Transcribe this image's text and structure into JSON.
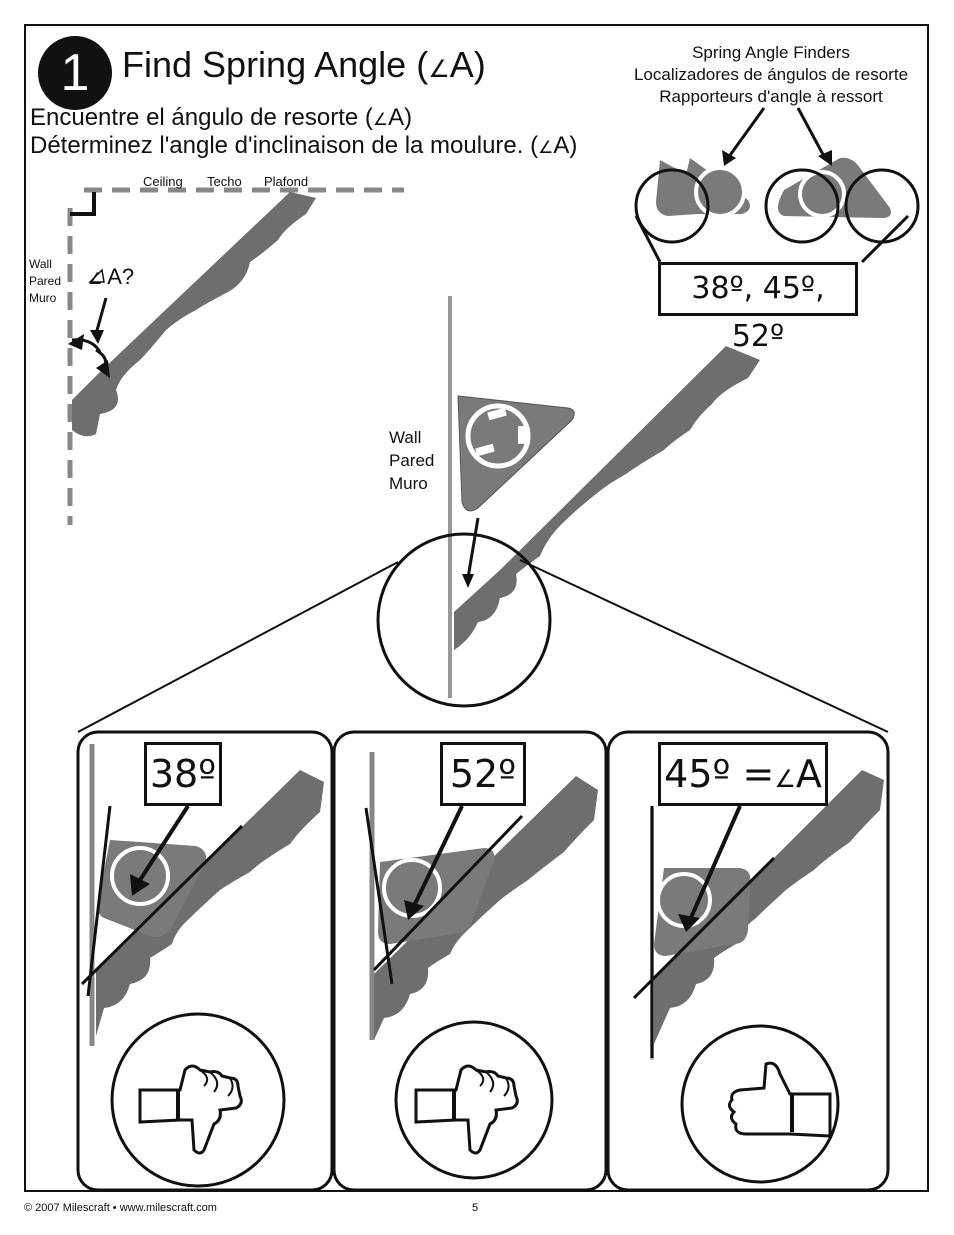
{
  "step": {
    "number": "1",
    "title_prefix": "Find Spring Angle (",
    "title_suffix": "A)",
    "subtitle_es_prefix": "Encuentre el ángulo de resorte (",
    "subtitle_es_suffix": "A)",
    "subtitle_fr_prefix": "Déterminez l'angle d'inclinaison de la moulure. (",
    "subtitle_fr_suffix": "A)"
  },
  "ceiling_labels": [
    "Ceiling",
    "Techo",
    "Plafond"
  ],
  "wall_labels": [
    "Wall",
    "Pared",
    "Muro"
  ],
  "angle_question": "A?",
  "finders_heading": [
    "Spring Angle Finders",
    "Localizadores de ángulos de resorte",
    "Rapporteurs d'angle à ressort"
  ],
  "finder_angles": "38º, 45º, 52º",
  "panels": [
    {
      "angle_label": "38º",
      "verdict": "thumbs-down"
    },
    {
      "angle_label": "52º",
      "verdict": "thumbs-down"
    },
    {
      "angle_label": "45º =",
      "angle_suffix": "A",
      "verdict": "thumbs-up"
    }
  ],
  "footer": {
    "copyright": "© 2007 Milescraft • www.milescraft.com",
    "page_number": "5"
  },
  "colors": {
    "molding": "#6e6e6e",
    "finder": "#7a7a7a",
    "dashed": "#888888",
    "wall_line": "#999999",
    "ink": "#111111"
  }
}
